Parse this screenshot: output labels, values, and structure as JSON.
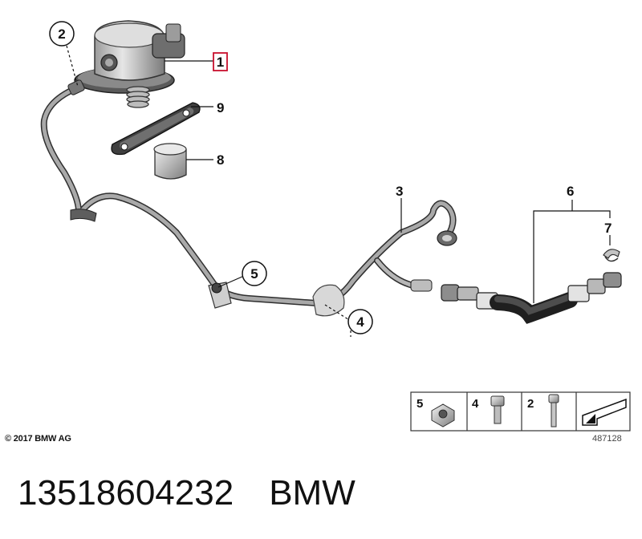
{
  "callouts": {
    "c1": "1",
    "c2": "2",
    "c3": "3",
    "c4": "4",
    "c5": "5",
    "c6": "6",
    "c7": "7",
    "c8": "8",
    "c9": "9"
  },
  "hardware_panel": {
    "cells": [
      "5",
      "4",
      "2"
    ]
  },
  "copyright": "© 2017 BMW AG",
  "drawing_number": "487128",
  "footer": {
    "part_number": "13518604232",
    "brand": "BMW"
  },
  "colors": {
    "highlight": "#c8102e",
    "line": "#111111",
    "metal": "#8c8c8c",
    "hose": "#3a3a3a"
  }
}
